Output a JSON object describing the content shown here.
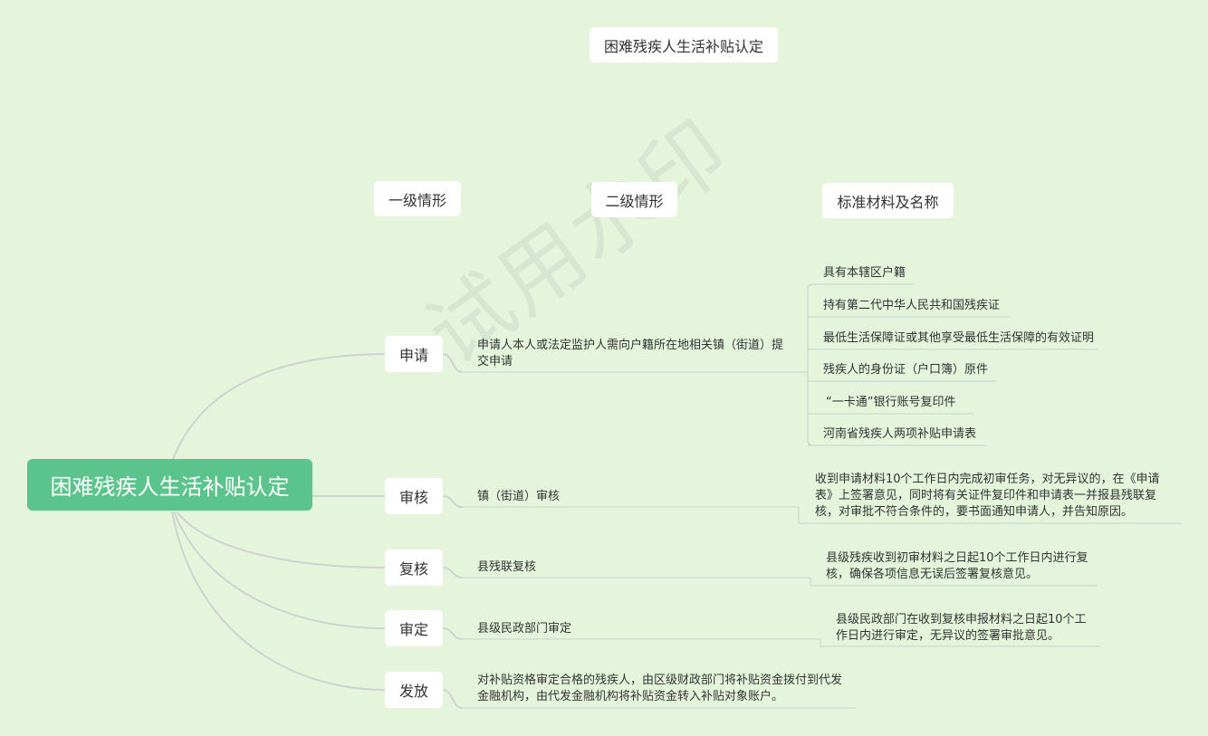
{
  "title": "困难残疾人生活补贴认定",
  "root_label": "困难残疾人生活补贴认定",
  "headers": {
    "level1": "一级情形",
    "level2": "二级情形",
    "materials": "标准材料及名称"
  },
  "watermark": "试用水印",
  "branches": {
    "apply": {
      "label": "申请",
      "detail": "申请人本人或法定监护人需向户籍所在地相关镇（街道）提交申请",
      "materials": [
        "具有本辖区户籍",
        "持有第二代中华人民共和国残疾证",
        "最低生活保障证或其他享受最低生活保障的有效证明",
        "残疾人的身份证（户口簿）原件",
        "“一卡通”银行账号复印件",
        "河南省残疾人两项补贴申请表"
      ]
    },
    "review": {
      "label": "审核",
      "detail": "镇（街道）审核",
      "note": "收到申请材料10个工作日内完成初审任务，对无异议的，在《申请表》上签署意见，同时将有关证件复印件和申请表一并报县残联复核，对审批不符合条件的，要书面通知申请人，并告知原因。"
    },
    "recheck": {
      "label": "复核",
      "detail": "县残联复核",
      "note": "县级残疾收到初审材料之日起10个工作日内进行复核，确保各项信息无误后签署复核意见。"
    },
    "approve": {
      "label": "审定",
      "detail": "县级民政部门审定",
      "note": "县级民政部门在收到复核申报材料之日起10个工作日内进行审定，无异议的签署审批意见。"
    },
    "issue": {
      "label": "发放",
      "detail": "对补贴资格审定合格的残疾人，由区级财政部门将补贴资金拨付到代发金融机构，由代发金融机构将补贴资金转入补贴对象账户。"
    }
  },
  "colors": {
    "background": "#e4f5dc",
    "root": "#5bc48c",
    "connector": "#cfd2cf",
    "underline": "#c9d0c9"
  }
}
